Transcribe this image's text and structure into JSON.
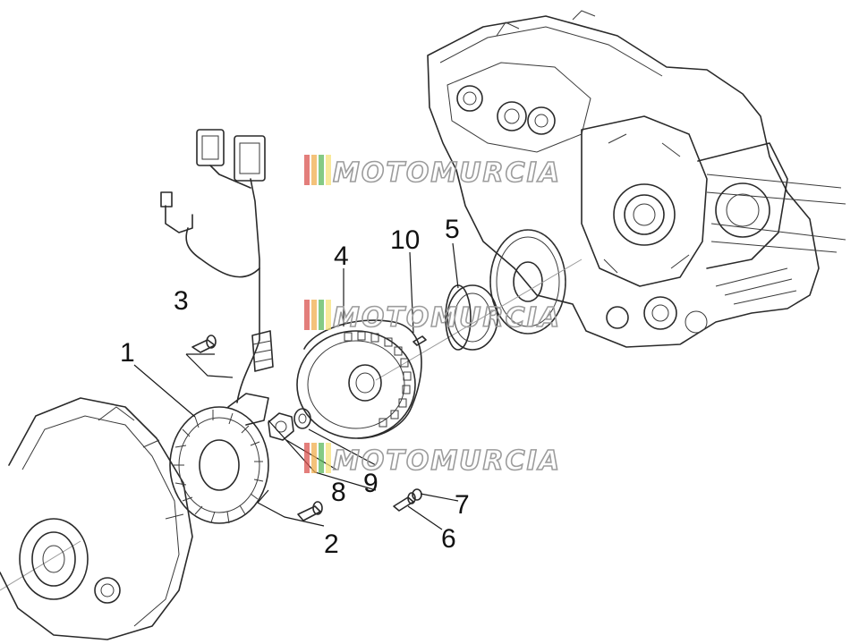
{
  "diagram": {
    "callouts": [
      {
        "id": "1",
        "label": "1"
      },
      {
        "id": "2",
        "label": "2"
      },
      {
        "id": "3",
        "label": "3"
      },
      {
        "id": "4",
        "label": "4"
      },
      {
        "id": "5",
        "label": "5"
      },
      {
        "id": "6",
        "label": "6"
      },
      {
        "id": "7",
        "label": "7"
      },
      {
        "id": "8",
        "label": "8"
      },
      {
        "id": "9",
        "label": "9"
      },
      {
        "id": "10",
        "label": "10"
      }
    ]
  },
  "watermark": {
    "text": "MOTOMURCIA",
    "stripe_colors": [
      "#d9534f",
      "#f0ad4e",
      "#5cb85c",
      "#f7e27a"
    ]
  }
}
